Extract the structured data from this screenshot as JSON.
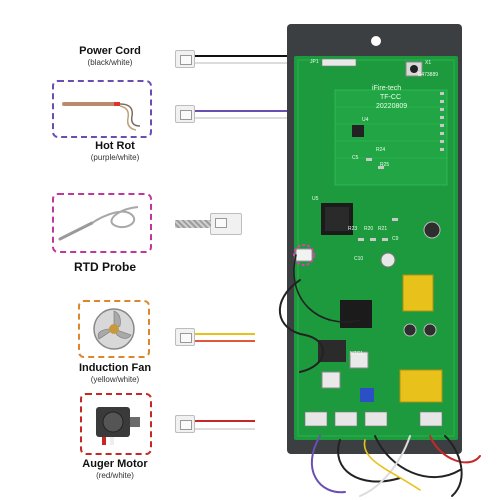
{
  "components": [
    {
      "id": "power-cord",
      "label": "Power Cord",
      "sublabel": "(black/white)",
      "wire_colors": [
        "#111111",
        "#e8e8e8"
      ]
    },
    {
      "id": "hot-rot",
      "label": "Hot Rot",
      "sublabel": "(purple/white)",
      "wire_colors": [
        "#6a4fb3",
        "#e8e8e8"
      ],
      "frame_color": "#6a4fb3"
    },
    {
      "id": "rtd-probe",
      "label": "RTD Probe",
      "sublabel": "",
      "wire_colors": [
        "#bfbfbf",
        "#bfbfbf"
      ],
      "frame_color": "#c0379b"
    },
    {
      "id": "induction-fan",
      "label": "Induction Fan",
      "sublabel": "(yellow/white)",
      "wire_colors": [
        "#e8c21a",
        "#e8e8e8"
      ],
      "frame_color": "#e0862a"
    },
    {
      "id": "auger-motor",
      "label": "Auger Motor",
      "sublabel": "(red/white)",
      "wire_colors": [
        "#c62828",
        "#e8e8e8"
      ],
      "frame_color": "#c62828"
    }
  ],
  "board": {
    "brand": "iFire-tech",
    "model": "TF-CC",
    "date_code": "20220809",
    "silkscreen": {
      "jp1": "JP1",
      "x1": "X1",
      "u4": "U4",
      "u5": "U5",
      "r24": "R24",
      "c5": "C5",
      "r25": "R25",
      "r23": "R23",
      "r20": "R20",
      "r21": "R21",
      "c9": "C9",
      "c10": "C10",
      "ntc1": "NTC1",
      "part_no": "E473889"
    },
    "pcb_color": "#1e9a3e",
    "plate_color": "#3c3f42"
  },
  "highlight_color": "#e23ab0"
}
